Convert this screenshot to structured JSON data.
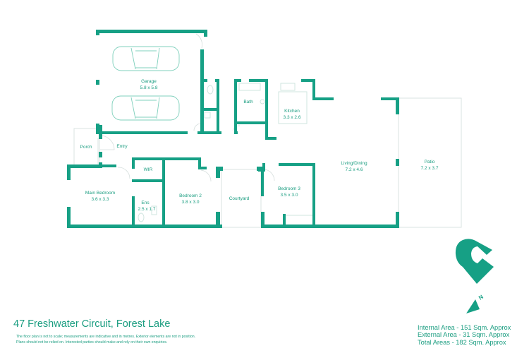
{
  "property": {
    "address": "47 Freshwater Circuit, Forest Lake",
    "disclaimer_line1": "The floor plan is not to scale; measurements are indicative and in metres. Exterior elements are not in position.",
    "disclaimer_line2": "Plans should not be relied on. Interested parties should make and rely on their own enquiries."
  },
  "areas": {
    "internal": "Internal Area - 151 Sqm. Approx",
    "external": "External Area - 31 Sqm. Approx",
    "total": "Total Areas - 182 Sqm. Approx"
  },
  "rooms": {
    "garage": {
      "name": "Garage",
      "size": "5.8 x 5.8"
    },
    "bath": {
      "name": "Bath"
    },
    "kitchen": {
      "name": "Kitchen",
      "size": "3.3 x 2.6"
    },
    "porch": {
      "name": "Porch"
    },
    "entry": {
      "name": "Entry"
    },
    "wir": {
      "name": "WIR"
    },
    "main_bedroom": {
      "name": "Main Bedroom",
      "size": "3.6 x 3.3"
    },
    "ens": {
      "name": "Ens",
      "size": "2.5 x 1.7"
    },
    "bedroom2": {
      "name": "Bedroom 2",
      "size": "3.8 x 3.0"
    },
    "courtyard": {
      "name": "Courtyard"
    },
    "bedroom3": {
      "name": "Bedroom 3",
      "size": "3.5 x 3.0"
    },
    "living": {
      "name": "Living/Dining",
      "size": "7.2 x 4.6"
    },
    "patio": {
      "name": "Patio",
      "size": "7.2 x 3.7"
    }
  },
  "compass": {
    "label": "N",
    "icon": "north-arrow-icon"
  },
  "logo": {
    "icon": "c-location-pin-logo"
  },
  "colors": {
    "brand": "#16a085",
    "text": "#1a9d80"
  }
}
